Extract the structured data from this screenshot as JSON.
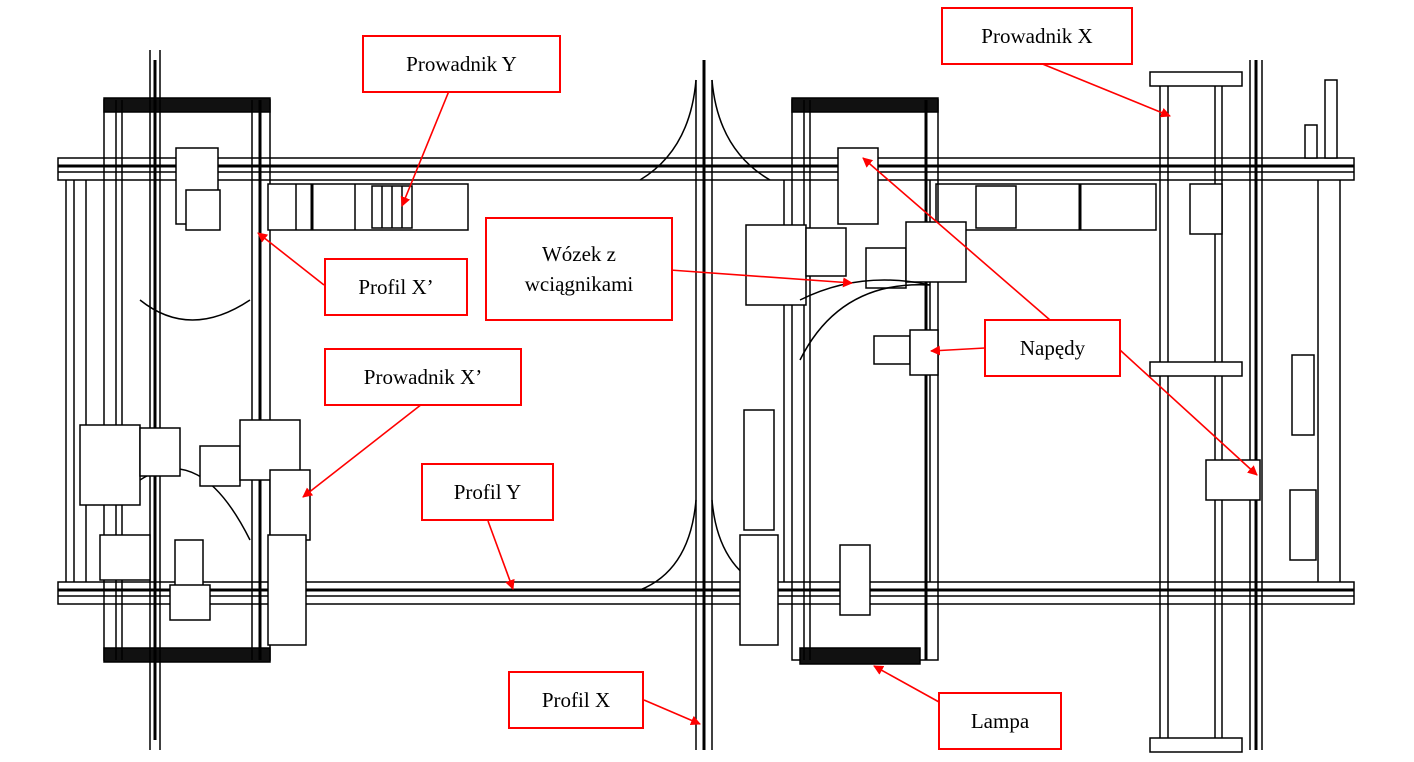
{
  "title": "Rozmieszczenie elementów konstrukcji (widok z góry)",
  "accent_color": "#ff0000",
  "line_color": "#000000",
  "callouts": [
    {
      "id": "prowadnik-y",
      "label": "Prowadnik Y",
      "target": "Y guide (linear bearing block) on the upper Y beam"
    },
    {
      "id": "prowadnik-x",
      "label": "Prowadnik X",
      "target": "X guide rail on the right side"
    },
    {
      "id": "wozek",
      "label": "Wózek z\nwciągnikami",
      "target": "Carriage with hoists (middle bridge)"
    },
    {
      "id": "profil-x-prime",
      "label": "Profil X’",
      "target": "X’ profile of left gantry"
    },
    {
      "id": "prowadnik-x-prime",
      "label": "Prowadnik X’",
      "target": "X’ guide of left gantry"
    },
    {
      "id": "napedy",
      "label": "Napędy",
      "target": "Drives (three motor units)"
    },
    {
      "id": "profil-y",
      "label": "Profil Y",
      "target": "Lower Y profile beam"
    },
    {
      "id": "profil-x",
      "label": "Profil X",
      "target": "Central X profile"
    },
    {
      "id": "lampa",
      "label": "Lampa",
      "target": "Lamp on the bottom of the middle gantry"
    }
  ]
}
